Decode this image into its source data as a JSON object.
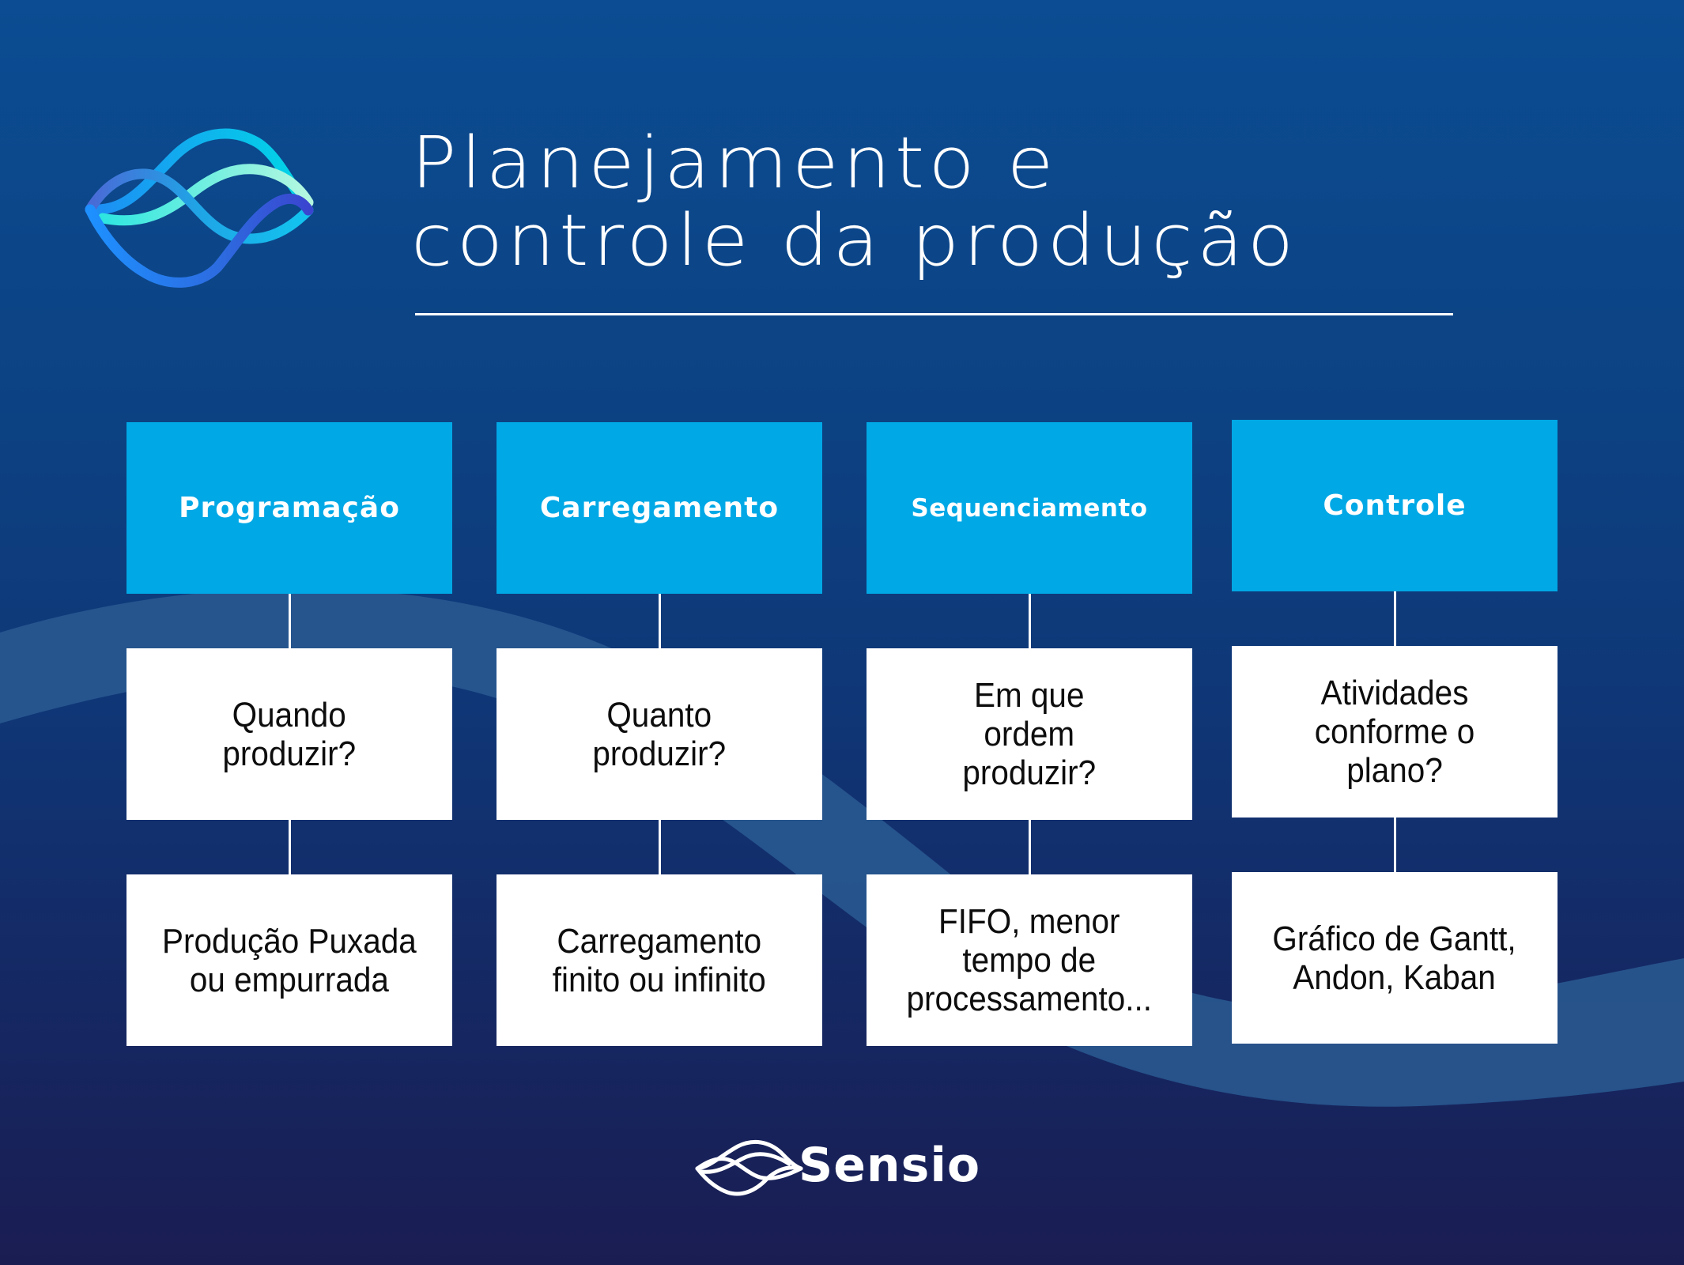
{
  "title": {
    "line1": "Planejamento e",
    "line2": "controle da produção"
  },
  "colors": {
    "background_top": "#0b4c92",
    "background_bottom": "#1a1d52",
    "header_box": "#00a8e6",
    "content_box": "#ffffff",
    "wave_band": "#2a5a92",
    "logo_gradient": [
      "#1e90ff",
      "#00d4e6",
      "#a6f7e0",
      "#3a4fd0"
    ]
  },
  "columns": [
    {
      "header": "Programação",
      "question": "Quando\nproduzir?",
      "answer": "Produção Puxada\nou empurrada"
    },
    {
      "header": "Carregamento",
      "question": "Quanto\nproduzir?",
      "answer": "Carregamento\nfinito ou infinito"
    },
    {
      "header": "Sequenciamento",
      "question": "Em que\nordem\nproduzir?",
      "answer": "FIFO, menor\ntempo de\nprocessamento..."
    },
    {
      "header": "Controle",
      "question": "Atividades\nconforme o\nplano?",
      "answer": "Gráfico de Gantt,\nAndon, Kaban"
    }
  ],
  "footer": {
    "brand": "Sensio",
    "icon": "sensio-wave-logo-icon"
  },
  "header_logo": {
    "icon": "wave-ribbon-logo-icon"
  }
}
